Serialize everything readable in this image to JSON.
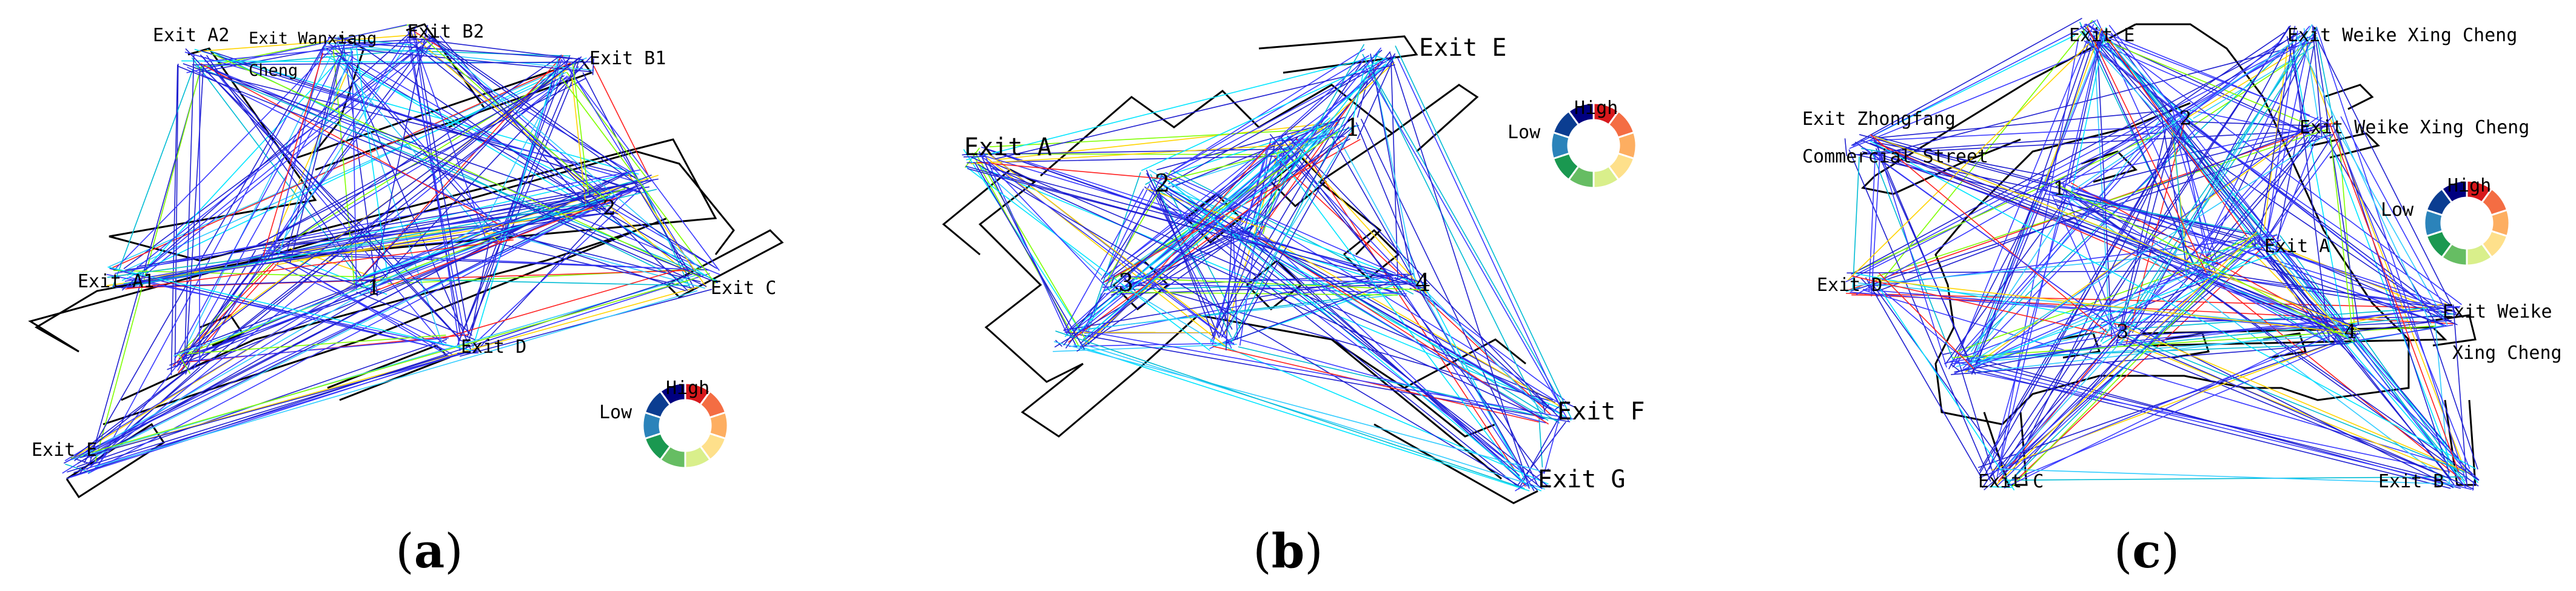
{
  "panels": [
    {
      "id": "a",
      "caption": "a",
      "exits": [
        "Exit A2",
        "Exit Wanxiang",
        "Cheng",
        "Exit B2",
        "Exit B1",
        "Exit A1",
        "Exit C",
        "Exit D",
        "Exit E"
      ],
      "nodes": [
        "1",
        "2"
      ],
      "legend": {
        "high": "High",
        "low": "Low"
      }
    },
    {
      "id": "b",
      "caption": "b",
      "exits": [
        "Exit E",
        "Exit A",
        "Exit F",
        "Exit G"
      ],
      "nodes": [
        "1",
        "2",
        "3",
        "4"
      ],
      "legend": {
        "high": "High",
        "low": "Low"
      }
    },
    {
      "id": "c",
      "caption": "c",
      "exits": [
        "Exit E",
        "Exit Weike Xing Cheng",
        "Exit Zhongfang",
        "Commercial Street",
        "Exit Weike Xing Cheng",
        "Exit A",
        "Exit D",
        "Exit Weike",
        "Xing Cheng",
        "Exit C",
        "Exit B"
      ],
      "nodes": [
        "1",
        "2",
        "3",
        "4"
      ],
      "legend": {
        "high": "High",
        "low": "Low"
      }
    }
  ],
  "legend_colors": [
    "#d7191c",
    "#f46d43",
    "#fdae61",
    "#fee08b",
    "#d9ef8b",
    "#66bd63",
    "#1a9850",
    "#2b83ba",
    "#0b3d91",
    "#000080"
  ],
  "line_colors": [
    "#2020d0",
    "#3a3aff",
    "#00bcd4",
    "#33ccff",
    "#00e5ff",
    "#7fff00",
    "#ffd400",
    "#ff2020"
  ]
}
